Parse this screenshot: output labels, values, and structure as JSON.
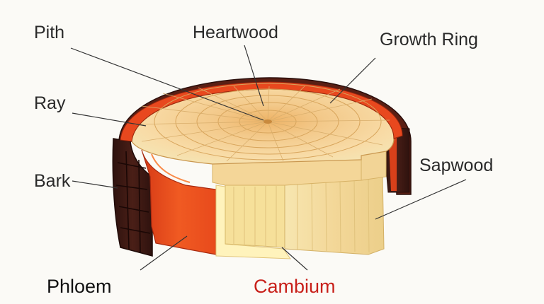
{
  "labels": {
    "pith": "Pith",
    "heartwood": "Heartwood",
    "growth_ring": "Growth Ring",
    "ray": "Ray",
    "bark": "Bark",
    "sapwood": "Sapwood",
    "phloem": "Phloem",
    "cambium": "Cambium"
  },
  "colors": {
    "bark_dark": "#3b1a14",
    "bark_mid": "#5a2a1e",
    "phloem": "#e8451c",
    "phloem_light": "#f46a2e",
    "sapwood": "#f6e2a6",
    "sapwood_shade": "#eccf8a",
    "heartwood": "#f4cf8c",
    "heartwood_center": "#eeb96a",
    "cambium_band": "#fff1b6",
    "cambium_text": "#c8201a",
    "leader_line": "#333333"
  }
}
